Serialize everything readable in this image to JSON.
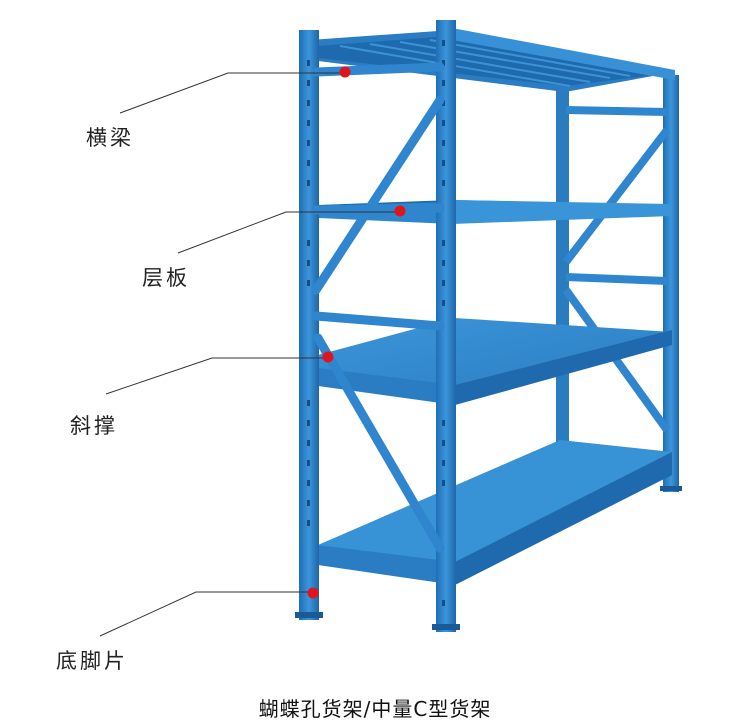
{
  "labels": {
    "beam": "横梁",
    "shelf": "层板",
    "brace": "斜撑",
    "foot": "底脚片"
  },
  "caption": "蝴蝶孔货架/中量C型货架",
  "colors": {
    "rack_blue": "#2f86cf",
    "rack_dark": "#1d5f9c",
    "marker_red": "#e0141c",
    "leader_line": "#333333"
  }
}
